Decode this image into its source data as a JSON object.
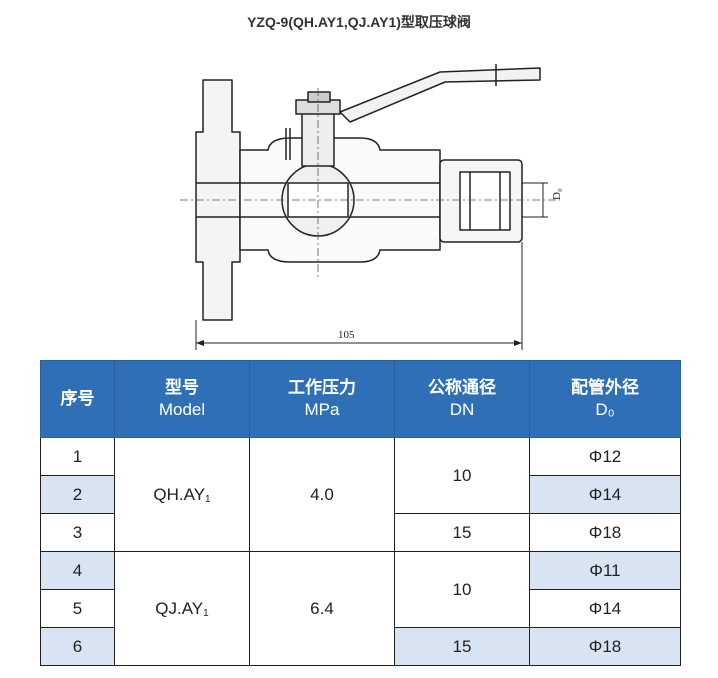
{
  "title": "YZQ-9(QH.AY1,QJ.AY1)型取压球阀",
  "drawing": {
    "dimension_width": "105",
    "dimension_port": "D₀"
  },
  "table": {
    "headers": [
      {
        "zh": "序号",
        "en": ""
      },
      {
        "zh": "型号",
        "en": "Model"
      },
      {
        "zh": "工作压力",
        "en": "MPa"
      },
      {
        "zh": "公称通径",
        "en": "DN"
      },
      {
        "zh": "配管外径",
        "en": "D₀"
      }
    ],
    "groups": [
      {
        "model": "QH.AY",
        "model_sub": "1",
        "pressure": "4.0",
        "rows": [
          {
            "no": "1",
            "dn": "10",
            "do": "Φ12"
          },
          {
            "no": "2",
            "dn": "",
            "do": "Φ14"
          },
          {
            "no": "3",
            "dn": "15",
            "do": "Φ18"
          }
        ]
      },
      {
        "model": "QJ.AY",
        "model_sub": "1",
        "pressure": "6.4",
        "rows": [
          {
            "no": "4",
            "dn": "10",
            "do": "Φ11"
          },
          {
            "no": "5",
            "dn": "",
            "do": "Φ14"
          },
          {
            "no": "6",
            "dn": "15",
            "do": "Φ18"
          }
        ]
      }
    ]
  }
}
